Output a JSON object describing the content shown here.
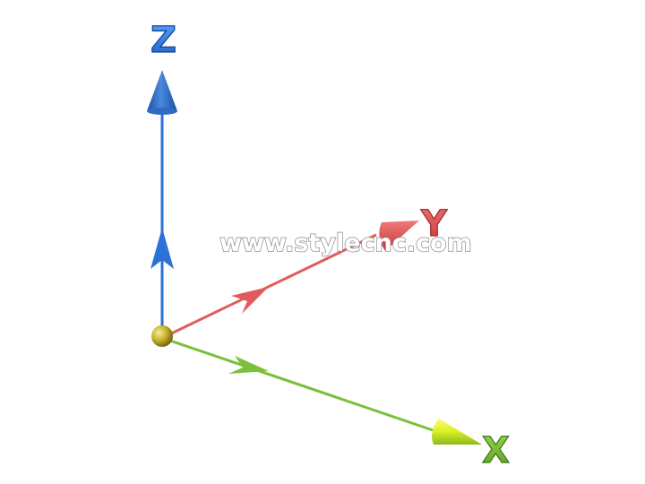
{
  "axes": {
    "z": {
      "label": "Z",
      "color": "#2a72d6"
    },
    "y": {
      "label": "Y",
      "color": "#e25b5b"
    },
    "x": {
      "label": "X",
      "color": "#7bbf3a"
    }
  },
  "origin": {
    "color": "#b5a21e"
  },
  "watermark": {
    "text": "www.stylecnc.com"
  }
}
